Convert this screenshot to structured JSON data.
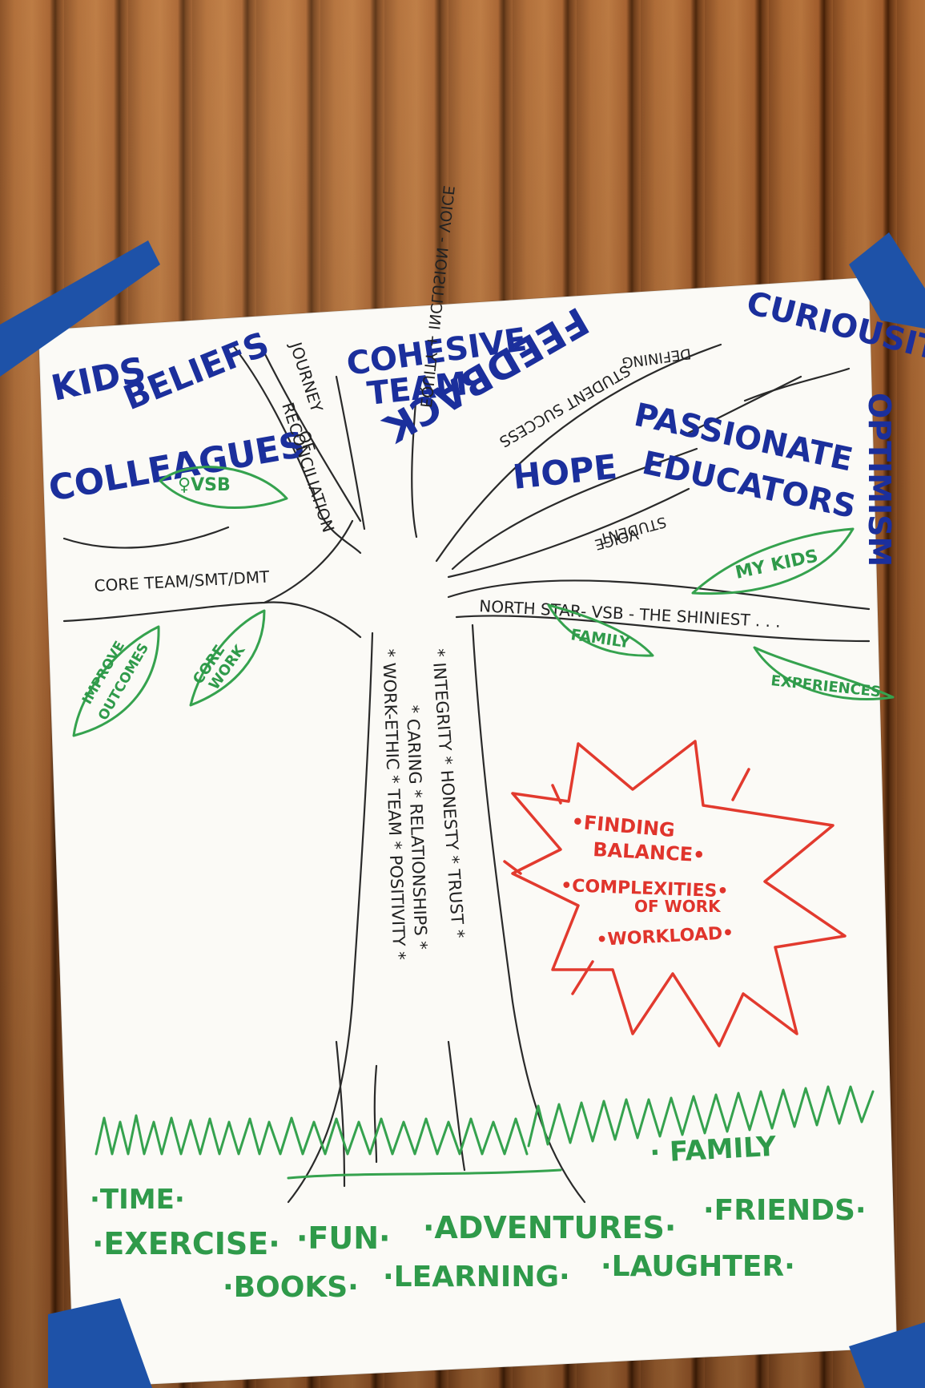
{
  "poster": {
    "top_words": {
      "kids": "KIDS",
      "beliefs": "BELIEFS",
      "colleagues": "COLLEAGUES",
      "cohesive_team_1": "COHESIVE",
      "cohesive_team_2": "TEAM",
      "feedback": "FEEDBACK",
      "curiousity": "CURIOUSITY",
      "optimism": "OPTIMISM",
      "hope": "HOPE",
      "passionate_1": "PASSIONATE",
      "passionate_2": "EDUCATORS"
    },
    "branches": {
      "journey_1": "JOURNEY",
      "journey_2": "OF",
      "journey_3": "RECONCILIATION",
      "equity": "EQUITY + INCLUSION - VOICE",
      "defining_1": "DEFINING",
      "defining_2": "STUDENT SUCCESS",
      "student_voice_1": "STUDENT",
      "student_voice_2": "VOICE",
      "core_team": "CORE TEAM/SMT/DMT",
      "north_star": "NORTH STAR- VSB - THE SHINIEST . . ."
    },
    "trunk": {
      "col1": "* WORK-ETHIC * TEAM * POSITIVITY *",
      "col2": "* CARING * RELATIONSHIPS *",
      "col3": "* INTEGRITY * HONESTY * TRUST *"
    },
    "leaves": {
      "vsb": "♀VSB",
      "improve_1": "IMPROVE",
      "improve_2": "OUTCOMES",
      "core_work_1": "CORE",
      "core_work_2": "WORK",
      "my_kids": "MY KIDS",
      "family": "FAMILY",
      "experiences": "EXPERIENCES"
    },
    "burst": {
      "line1": "•FINDING",
      "line2": "BALANCE•",
      "line3": "•COMPLEXITIES•",
      "line4": "OF WORK",
      "line5": "•WORKLOAD•"
    },
    "ground": {
      "family": "· FAMILY",
      "time": "·TIME·",
      "exercise": "·EXERCISE·",
      "fun": "·FUN·",
      "adventures": "·ADVENTURES·",
      "friends": "·FRIENDS·",
      "books": "·BOOKS·",
      "learning": "·LEARNING·",
      "laughter": "·LAUGHTER·"
    }
  },
  "colors": {
    "blue_marker": "#1b2f9c",
    "green_marker": "#2f9a4a",
    "red_marker": "#e0342c",
    "tape": "#1e52a8"
  }
}
